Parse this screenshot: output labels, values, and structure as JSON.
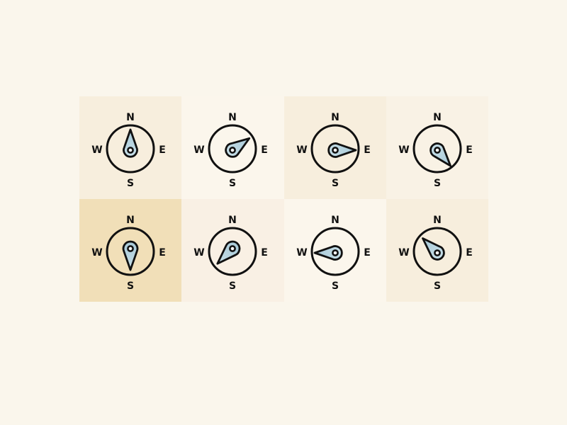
{
  "page": {
    "background": "#faf6ec"
  },
  "compass_style": {
    "stroke": "#111111",
    "needle_fill": "#c7dfe8",
    "needle_fill_tip": "#a8c9d7"
  },
  "tiles": [
    {
      "name": "compass-north",
      "background": "#f7eedd",
      "needle": "teardrop",
      "angle": 0,
      "labels": {
        "n": "N",
        "e": "E",
        "s": "S",
        "w": "W"
      }
    },
    {
      "name": "compass-northeast",
      "background": "#fbf6ec",
      "needle": "teardrop",
      "angle": 55,
      "labels": {
        "n": "N",
        "e": "E",
        "s": "S",
        "w": "W"
      }
    },
    {
      "name": "compass-east",
      "background": "#f7eedd",
      "needle": "teardrop",
      "angle": 90,
      "labels": {
        "n": "N",
        "e": "E",
        "s": "S",
        "w": "W"
      }
    },
    {
      "name": "compass-southeast",
      "background": "#f9f2e5",
      "needle": "teardrop",
      "angle": 140,
      "labels": {
        "n": "N",
        "e": "E",
        "s": "S",
        "w": "W"
      }
    },
    {
      "name": "compass-south",
      "background": "#f1dfb8",
      "needle": "pin",
      "angle": 180,
      "labels": {
        "n": "N",
        "e": "E",
        "s": "S",
        "w": "W"
      }
    },
    {
      "name": "compass-southwest",
      "background": "#f9f0e4",
      "needle": "pin",
      "angle": 225,
      "labels": {
        "n": "N",
        "e": "E",
        "s": "S",
        "w": "W"
      }
    },
    {
      "name": "compass-west",
      "background": "#fbf6ec",
      "needle": "teardrop",
      "angle": 270,
      "labels": {
        "n": "N",
        "e": "E",
        "s": "S",
        "w": "W"
      }
    },
    {
      "name": "compass-northwest",
      "background": "#f7eedd",
      "needle": "teardrop",
      "angle": 315,
      "labels": {
        "n": "N",
        "e": "E",
        "s": "S",
        "w": "W"
      }
    }
  ]
}
